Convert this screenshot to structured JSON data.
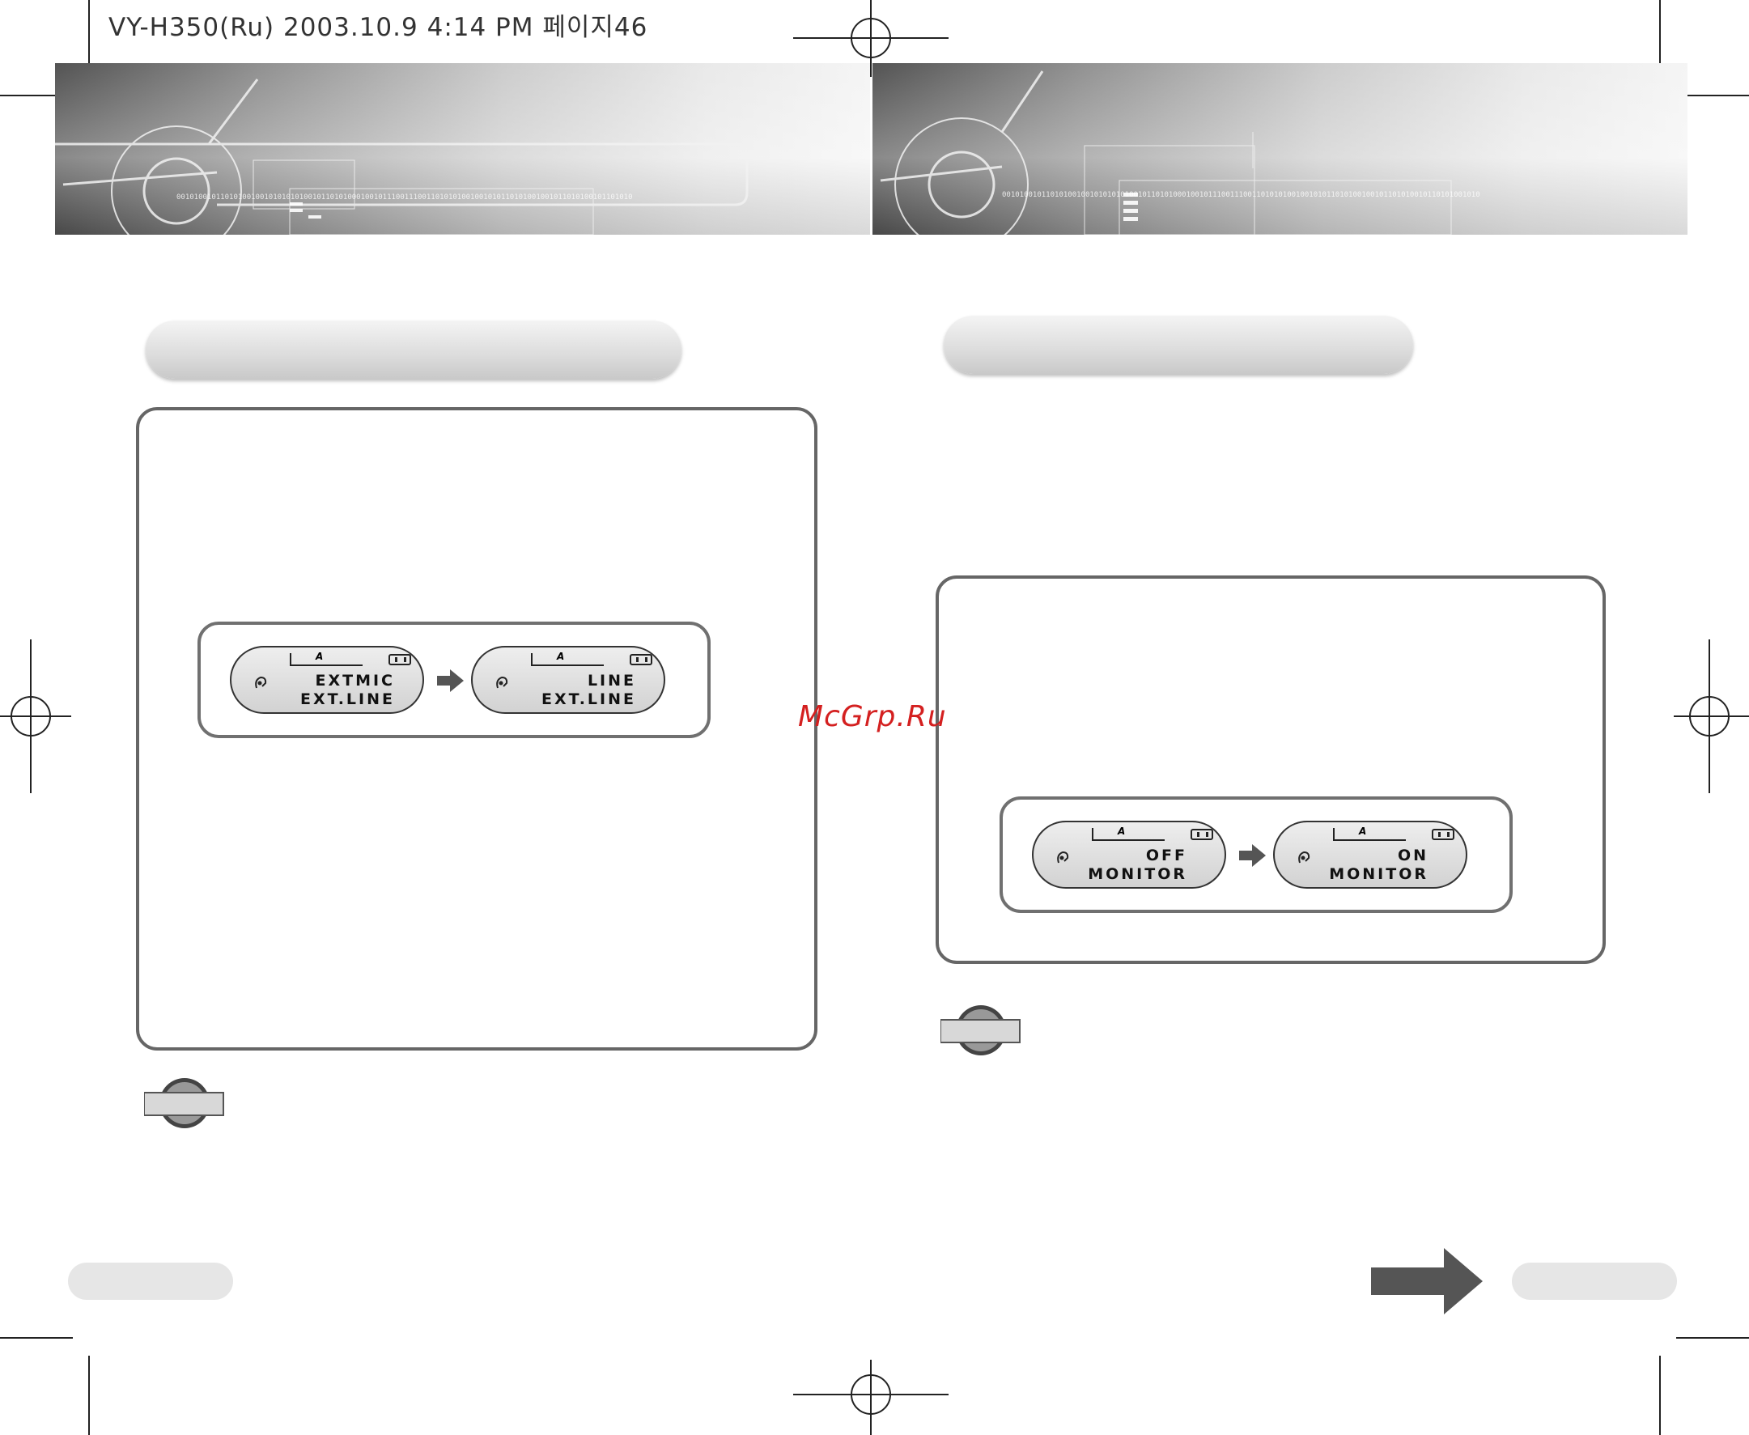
{
  "print_header": "VY-H350(Ru)  2003.10.9 4:14 PM 페이지46",
  "left_page": {
    "display": {
      "before": {
        "line1": "EXTMIC",
        "line2": "EXT.LINE",
        "folder": "A"
      },
      "after": {
        "line1": "LINE",
        "line2": "EXT.LINE",
        "folder": "A"
      }
    }
  },
  "right_page": {
    "display": {
      "before": {
        "line1": "OFF",
        "line2": "MONITOR",
        "folder": "A"
      },
      "after": {
        "line1": "ON",
        "line2": "MONITOR",
        "folder": "A"
      }
    }
  },
  "watermark": "McGrp.Ru",
  "colors": {
    "watermark": "#d42020",
    "frame": "#666666",
    "banner_dark": "#4a4a4a"
  },
  "icons": [
    "registration-mark-icon",
    "headphone-icon",
    "battery-icon",
    "folder-icon",
    "right-arrow-icon",
    "note-icon",
    "next-page-arrow-icon"
  ]
}
